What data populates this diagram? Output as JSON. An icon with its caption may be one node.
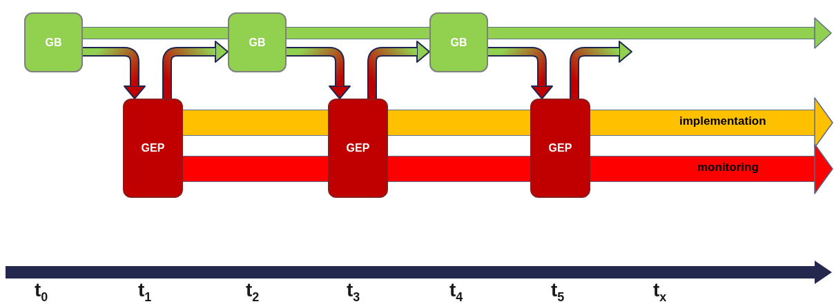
{
  "diagram": {
    "nodes": [
      {
        "text": [
          "GB"
        ]
      },
      {
        "text": [
          "GEP"
        ]
      },
      {
        "text": [
          "GB"
        ]
      },
      {
        "text": [
          "GEP"
        ]
      },
      {
        "text": [
          "GB"
        ]
      },
      {
        "text": [
          "GEP"
        ]
      }
    ],
    "edges": [
      {
        "from": 0,
        "to": 2,
        "arrow": "none",
        "color": "#92d050"
      },
      {
        "from": 2,
        "to": 4,
        "arrow": "none",
        "color": "#92d050"
      },
      {
        "from": 4,
        "to": null,
        "arrow": "to",
        "color": "#92d050"
      },
      {
        "from": 0,
        "to": 1,
        "arrow": "to"
      },
      {
        "from": 1,
        "to": 2,
        "arrow": "to"
      },
      {
        "from": 2,
        "to": 3,
        "arrow": "to"
      },
      {
        "from": 3,
        "to": 4,
        "arrow": "to"
      },
      {
        "from": 4,
        "to": 5,
        "arrow": "to"
      },
      {
        "from": 5,
        "to": null,
        "arrow": "to"
      },
      {
        "from": 1,
        "to": 3,
        "arrow": "none",
        "style": "thick",
        "color": "#ffc000"
      },
      {
        "from": 3,
        "to": 5,
        "arrow": "none",
        "style": "thick",
        "color": "#ffc000"
      },
      {
        "from": 5,
        "to": null,
        "arrow": "to",
        "style": "thick",
        "color": "#ffc000",
        "label": "implementation"
      },
      {
        "from": 1,
        "to": 3,
        "arrow": "none",
        "style": "thick",
        "color": "#ff0000"
      },
      {
        "from": 3,
        "to": 5,
        "arrow": "none",
        "style": "thick",
        "color": "#ff0000"
      },
      {
        "from": 5,
        "to": null,
        "arrow": "to",
        "style": "thick",
        "color": "#ff0000",
        "label": "monitoring"
      }
    ],
    "labels": [
      "t$_{0}$",
      "t$_{1}$",
      "t$_{2}$",
      "t$_{3}$",
      "t$_{4}$",
      "t$_{5}$",
      "t$_{x}$"
    ]
  }
}
